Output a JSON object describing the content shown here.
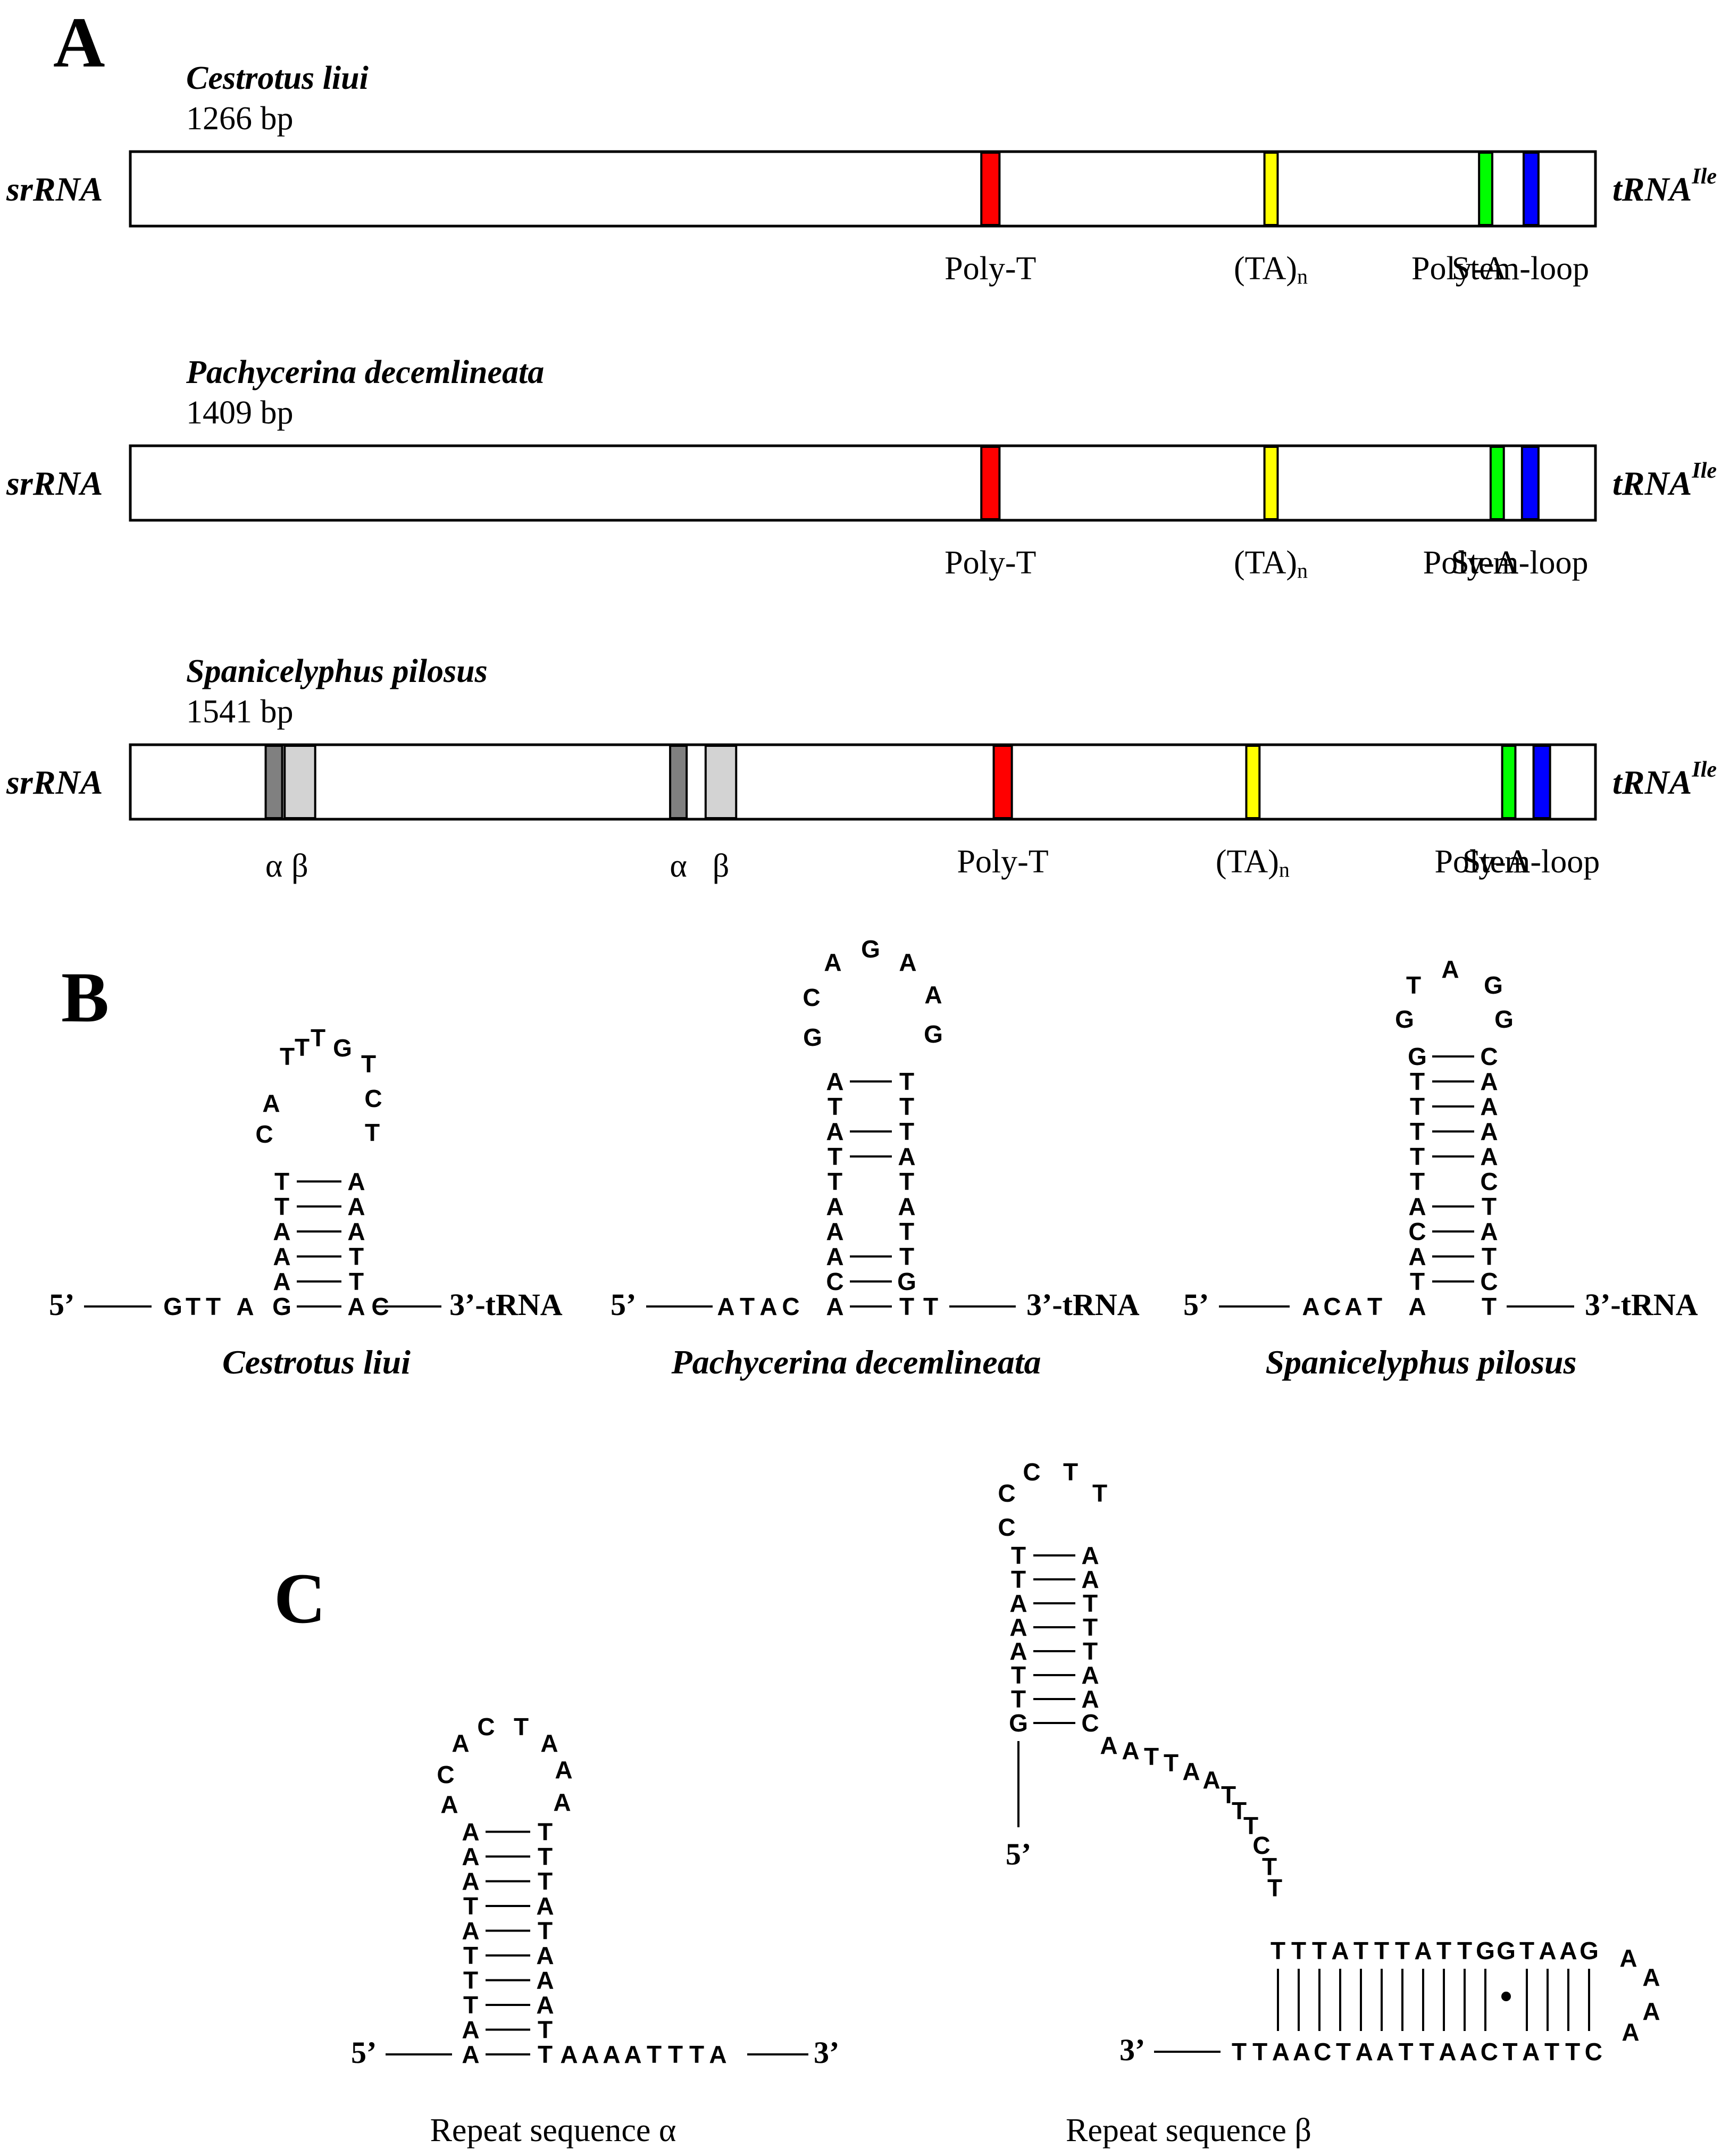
{
  "panel_a": {
    "letter": "A",
    "tracks": [
      {
        "species": "Cestrotus liui",
        "length": "1266 bp",
        "left_label": "srRNA",
        "right_label": "tRNA",
        "right_sup": "Ile",
        "features": [
          {
            "label": "Poly-T",
            "start": 1091,
            "end": 1113,
            "color": "#ff0000"
          },
          {
            "label": "(TA)",
            "sub": "n",
            "start": 1434,
            "end": 1450,
            "color": "#ffff00"
          },
          {
            "label": "Poly-A",
            "start": 1694,
            "end": 1710,
            "color": "#00ff00"
          },
          {
            "label": "Stem-loop",
            "start": 1748,
            "end": 1766,
            "color": "#0000ff"
          }
        ]
      },
      {
        "species": "Pachycerina decemlineata",
        "length": "1409 bp",
        "left_label": "srRNA",
        "right_label": "tRNA",
        "right_sup": "Ile",
        "features": [
          {
            "label": "Poly-T",
            "start": 1091,
            "end": 1113,
            "color": "#ff0000"
          },
          {
            "label": "(TA)",
            "sub": "n",
            "start": 1434,
            "end": 1450,
            "color": "#ffff00"
          },
          {
            "label": "Poly-A",
            "start": 1708,
            "end": 1724,
            "color": "#00ff00"
          },
          {
            "label": "Stem-loop",
            "start": 1746,
            "end": 1766,
            "color": "#0000ff"
          }
        ]
      },
      {
        "species": "Spanicelyphus pilosus",
        "length": "1541 bp",
        "left_label": "srRNA",
        "right_label": "tRNA",
        "right_sup": "Ile",
        "features": [
          {
            "label": "α",
            "start": 224,
            "end": 244,
            "color": "#808080"
          },
          {
            "label": "β",
            "start": 247,
            "end": 284,
            "color": "#d3d3d3"
          },
          {
            "label": "α",
            "start": 714,
            "end": 734,
            "color": "#808080"
          },
          {
            "label": "β",
            "start": 757,
            "end": 794,
            "color": "#d3d3d3"
          },
          {
            "label": "Poly-T",
            "start": 1106,
            "end": 1128,
            "color": "#ff0000"
          },
          {
            "label": "(TA)",
            "sub": "n",
            "start": 1412,
            "end": 1428,
            "color": "#ffff00"
          },
          {
            "label": "Poly-A",
            "start": 1722,
            "end": 1738,
            "color": "#00ff00"
          },
          {
            "label": "Stem-loop",
            "start": 1760,
            "end": 1780,
            "color": "#0000ff"
          }
        ]
      }
    ]
  },
  "panel_b": {
    "letter": "B",
    "structures": [
      {
        "species": "Cestrotus liui",
        "five_prime": "5’",
        "three_prime": "3’-tRNA",
        "left_tail": [
          "G",
          "T",
          "T",
          "A"
        ],
        "stem_left": [
          "T",
          "T",
          "A",
          "A",
          "A",
          "G"
        ],
        "stem_right": [
          "A",
          "A",
          "A",
          "T",
          "T",
          "A",
          "C"
        ],
        "loop": [
          "C",
          "A",
          "T",
          "T",
          "T",
          "G",
          "T",
          "C",
          "T"
        ]
      },
      {
        "species": "Pachycerina decemlineata",
        "five_prime": "5’",
        "three_prime": "3’-tRNA",
        "left_tail": [
          "A",
          "T",
          "A",
          "C"
        ],
        "stem_left": [
          "A",
          "T",
          "A",
          "T",
          "T",
          "A",
          "A",
          "A",
          "C",
          "A"
        ],
        "stem_right": [
          "T",
          "T",
          "T",
          "A",
          "T",
          "A",
          "T",
          "T",
          "G",
          "T",
          "T"
        ],
        "loop": [
          "G",
          "C",
          "A",
          "G",
          "A",
          "A",
          "G"
        ]
      },
      {
        "species": "Spanicelyphus pilosus",
        "five_prime": "5’",
        "three_prime": "3’-tRNA",
        "left_tail": [
          "A",
          "C",
          "A",
          "T"
        ],
        "stem_left": [
          "G",
          "T",
          "T",
          "T",
          "T",
          "T",
          "A",
          "C",
          "A",
          "T",
          "A"
        ],
        "stem_right": [
          "C",
          "A",
          "A",
          "A",
          "A",
          "C",
          "T",
          "A",
          "T",
          "C",
          "T"
        ],
        "loop": [
          "G",
          "T",
          "A",
          "G",
          "G"
        ]
      }
    ]
  },
  "panel_c": {
    "letter": "C",
    "alpha": {
      "caption": "Repeat sequence α",
      "five_prime": "5’",
      "three_prime": "3’",
      "stem_left": [
        "A",
        "A",
        "A",
        "T",
        "A",
        "T",
        "T",
        "T",
        "A",
        "A"
      ],
      "stem_right": [
        "T",
        "T",
        "T",
        "A",
        "T",
        "A",
        "A",
        "A",
        "T",
        "T"
      ],
      "tail": [
        "A",
        "A",
        "A",
        "A",
        "T",
        "T",
        "T",
        "A"
      ],
      "loop": [
        "A",
        "C",
        "A",
        "C",
        "T",
        "A",
        "A",
        "A"
      ]
    },
    "beta": {
      "caption": "Repeat sequence β",
      "five_prime": "5’",
      "three_prime": "3’",
      "stem_left": [
        "T",
        "T",
        "A",
        "A",
        "A",
        "T",
        "T",
        "G"
      ],
      "stem_right": [
        "A",
        "A",
        "T",
        "T",
        "T",
        "A",
        "A",
        "C"
      ],
      "loop": [
        "C",
        "C",
        "C",
        "T",
        "T"
      ],
      "linker": [
        "A",
        "A",
        "T",
        "T",
        "A",
        "A",
        "T",
        "T",
        "T",
        "C",
        "T",
        "T"
      ],
      "top_strand": [
        "T",
        "T",
        "T",
        "A",
        "T",
        "T",
        "T",
        "A",
        "T",
        "T",
        "G",
        "G",
        "T",
        "A",
        "A",
        "G"
      ],
      "end_loop": [
        "A",
        "A",
        "A",
        "A"
      ],
      "bottom_strand": [
        "T",
        "T",
        "A",
        "A",
        "C",
        "T",
        "A",
        "A",
        "T",
        "T",
        "A",
        "A",
        "C",
        "T",
        "A",
        "T",
        "T",
        "C"
      ]
    }
  }
}
